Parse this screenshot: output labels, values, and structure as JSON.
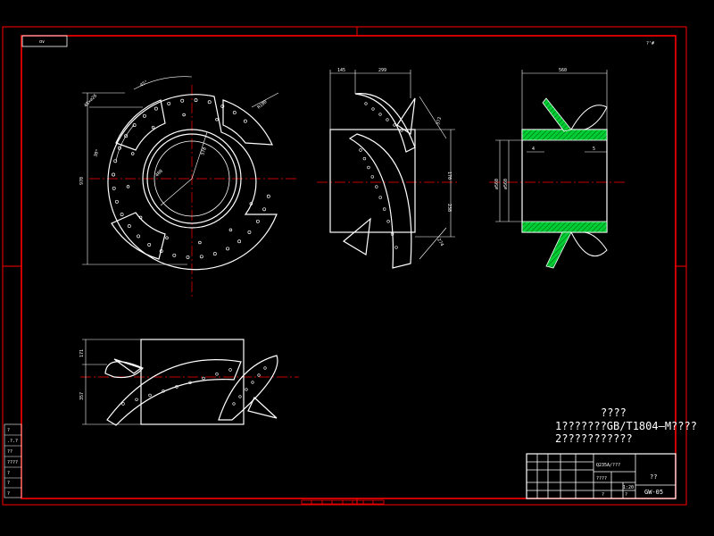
{
  "drawing_code_box": "ɑ∨",
  "sheet_mark": "?'#",
  "dims_front": {
    "angle_top": "45°",
    "holes": "48×∅26",
    "chamfer": "R100",
    "angle_left": "30°",
    "diameter": "970",
    "inner_a": "578",
    "inner_b": "400"
  },
  "dims_side": {
    "top_a": "145",
    "top_b": "299",
    "right_a": "372",
    "right_b": "170",
    "right_c": "238",
    "right_d": "274"
  },
  "dims_section": {
    "top": "560",
    "left_a": "∅560",
    "left_b": "∅560",
    "inner_left": "4",
    "inner_right": "5"
  },
  "dims_plan": {
    "left_a": "171",
    "left_b": "357"
  },
  "notes": {
    "title": "????",
    "line1": "1???????GB/T1804—M????",
    "line2": "2???????????"
  },
  "title_block": {
    "material": "Q235A/???",
    "name": "??",
    "scale": "1:20",
    "drawing_no": "GW-05",
    "cell_a": "????",
    "cell_b": "?",
    "cell_c": "?"
  },
  "left_strip": [
    "?",
    ".?.?",
    "??",
    "????",
    "?",
    "?",
    "?"
  ],
  "colors": {
    "background": "#000000",
    "frame": "#ff0000",
    "lines": "#ffffff",
    "hatch": "#00cc33"
  }
}
